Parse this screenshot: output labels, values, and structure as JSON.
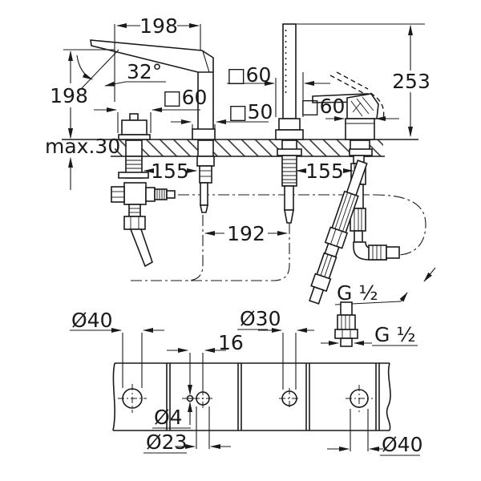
{
  "drawing": {
    "front": {
      "spout_reach": "198",
      "spout_angle": "32°",
      "spout_height": "198",
      "deck_thickness": "max.30",
      "valve_escutcheon": "□60",
      "shower_escutcheon": "□60",
      "spout_escutcheon": "□50",
      "lever_escutcheon": "□60",
      "overall_height": "253",
      "pitch_left": "155",
      "pitch_right": "155",
      "pitch_center": "192",
      "hose_thread": "G ½"
    },
    "plan": {
      "hole1_dia": "Ø40",
      "pin_offset": "16",
      "pin_dia": "Ø4",
      "hole2_dia": "Ø23",
      "hole3_dia": "Ø30",
      "hole4_dia": "Ø40",
      "connector_thread": "G ½"
    }
  }
}
